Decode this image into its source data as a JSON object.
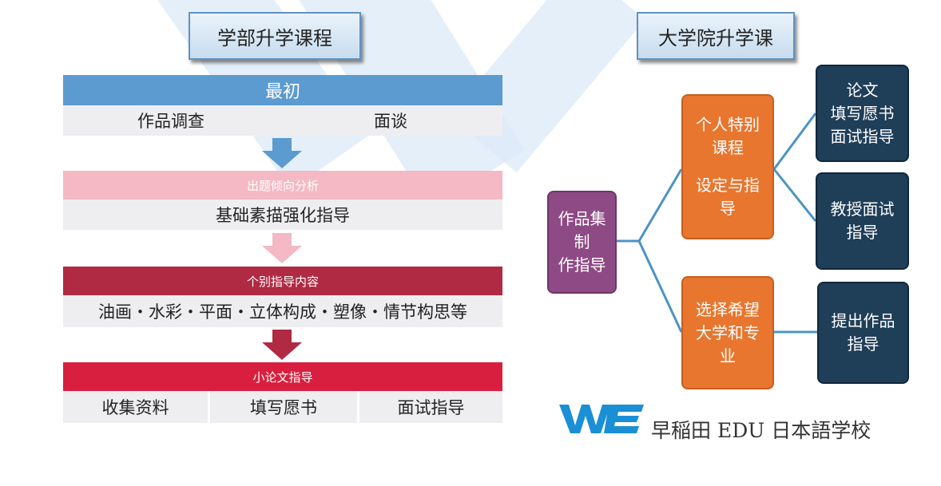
{
  "left": {
    "title": "学部升学课程",
    "stage1": {
      "header": "最初",
      "items": [
        "作品调查",
        "面谈"
      ]
    },
    "stage2": {
      "header": "出题倾向分析",
      "items": [
        "基础素描强化指导"
      ]
    },
    "stage3": {
      "header": "个别指导内容",
      "items": [
        "油画・水彩・平面・立体构成・塑像・情节构思等"
      ]
    },
    "stage4": {
      "header": "小论文指导",
      "items": [
        "收集资料",
        "填写愿书",
        "面试指导"
      ]
    }
  },
  "right": {
    "title": "大学院升学课",
    "root": {
      "lines": [
        "作品集制",
        "作指导"
      ]
    },
    "branch_top": {
      "lines": [
        "个人特别",
        "课程",
        "设定与指",
        "导"
      ]
    },
    "branch_bottom": {
      "lines": [
        "选择希望",
        "大学和专",
        "业"
      ]
    },
    "leaf1": {
      "lines": [
        "论文",
        "填写愿书",
        "面试指导"
      ]
    },
    "leaf2": {
      "lines": [
        "教授面试",
        "指导"
      ]
    },
    "leaf3": {
      "lines": [
        "提出作品",
        "指导"
      ]
    }
  },
  "logo": {
    "mark": "WE",
    "text": "早稲田 EDU 日本語学校"
  },
  "colors": {
    "stage1": "#5b9bd0",
    "stage2": "#f4b9c4",
    "stage3": "#b02a43",
    "stage4": "#d91f3f",
    "purple": "#8e4a84",
    "orange": "#e8762f",
    "navy": "#1f3e58",
    "connector": "#4d93c3"
  }
}
